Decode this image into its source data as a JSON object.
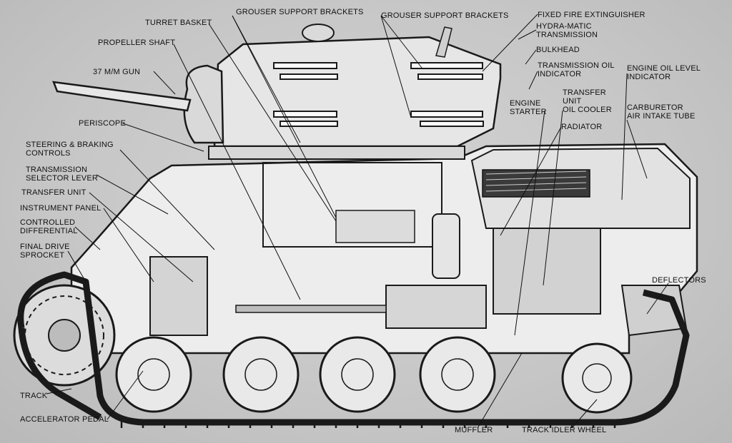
{
  "labels": {
    "grouser_support_brackets_left": "GROUSER SUPPORT BRACKETS",
    "grouser_support_brackets_right": "GROUSER SUPPORT BRACKETS",
    "fixed_fire_extinguisher": "FIXED FIRE EXTINGUISHER",
    "turret_basket": "TURRET BASKET",
    "hydra_matic_transmission": "HYDRA-MATIC\nTRANSMISSION",
    "propeller_shaft": "PROPELLER SHAFT",
    "bulkhead": "BULKHEAD",
    "transmission_oil_indicator": "TRANSMISSION OIL\nINDICATOR",
    "engine_oil_level_indicator": "ENGINE OIL LEVEL\nINDICATOR",
    "gun_37mm": "37 M/M GUN",
    "transfer_unit_oil_cooler": "TRANSFER\nUNIT\nOIL COOLER",
    "engine_starter": "ENGINE\nSTARTER",
    "carburetor_air_intake_tube": "CARBURETOR\nAIR INTAKE TUBE",
    "periscope": "PERISCOPE",
    "radiator": "RADIATOR",
    "steering_braking_controls": "STEERING & BRAKING\nCONTROLS",
    "transmission_selector_lever": "TRANSMISSION\nSELECTOR LEVER",
    "transfer_unit": "TRANSFER UNIT",
    "instrument_panel": "INSTRUMENT PANEL",
    "controlled_differential": "CONTROLLED\nDIFFERENTIAL",
    "final_drive_sprocket": "FINAL DRIVE\nSPROCKET",
    "deflectors": "DEFLECTORS",
    "track": "TRACK",
    "accelerator_pedal": "ACCELERATOR PEDAL",
    "muffler": "MUFFLER",
    "track_idler_wheel": "TRACK IDLER WHEEL"
  }
}
